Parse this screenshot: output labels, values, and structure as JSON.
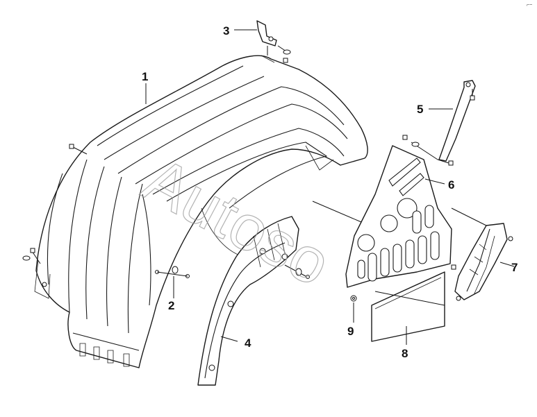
{
  "diagram": {
    "type": "exploded-parts-diagram",
    "watermark": "Autoso",
    "corner_mark": "⌐~",
    "callouts": [
      {
        "id": "1",
        "label": "1"
      },
      {
        "id": "2",
        "label": "2"
      },
      {
        "id": "3",
        "label": "3"
      },
      {
        "id": "4",
        "label": "4"
      },
      {
        "id": "5",
        "label": "5"
      },
      {
        "id": "6",
        "label": "6"
      },
      {
        "id": "7",
        "label": "7"
      },
      {
        "id": "8",
        "label": "8"
      },
      {
        "id": "9",
        "label": "9"
      }
    ]
  }
}
